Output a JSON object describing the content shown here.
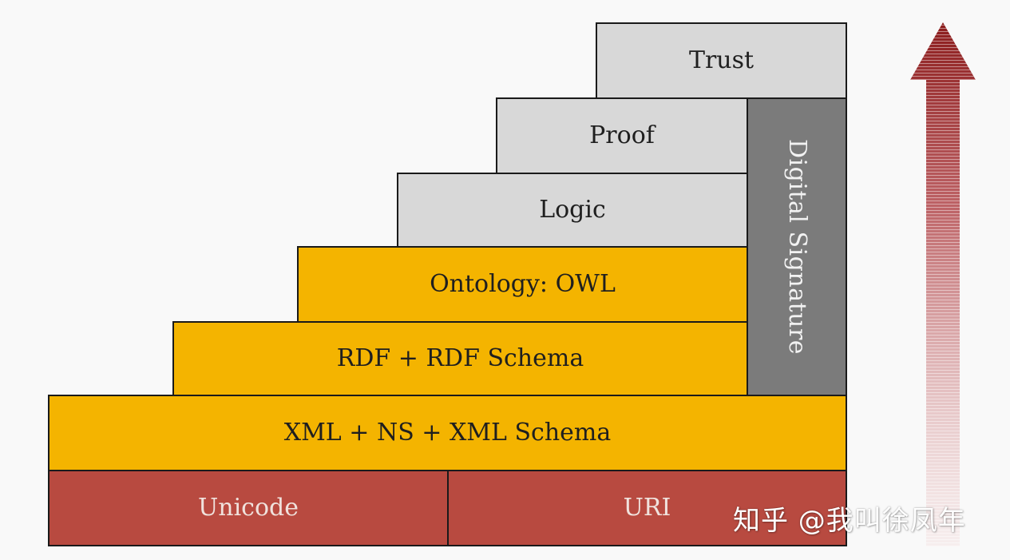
{
  "layers": {
    "trust": "Trust",
    "proof": "Proof",
    "logic": "Logic",
    "ontology": "Ontology: OWL",
    "rdf": "RDF + RDF Schema",
    "xml": "XML + NS + XML Schema",
    "unicode": "Unicode",
    "uri": "URI",
    "digital_signature": "Digital Signature"
  },
  "watermark": "知乎 @我叫徐凤年",
  "colors": {
    "gray_layer": "#d8d8d8",
    "yellow_layer": "#f4b400",
    "red_layer": "#b84a40",
    "signature_layer": "#7b7b7b",
    "arrow": "#8b1c1c"
  },
  "icons": {
    "arrow": "up-arrow-icon"
  }
}
